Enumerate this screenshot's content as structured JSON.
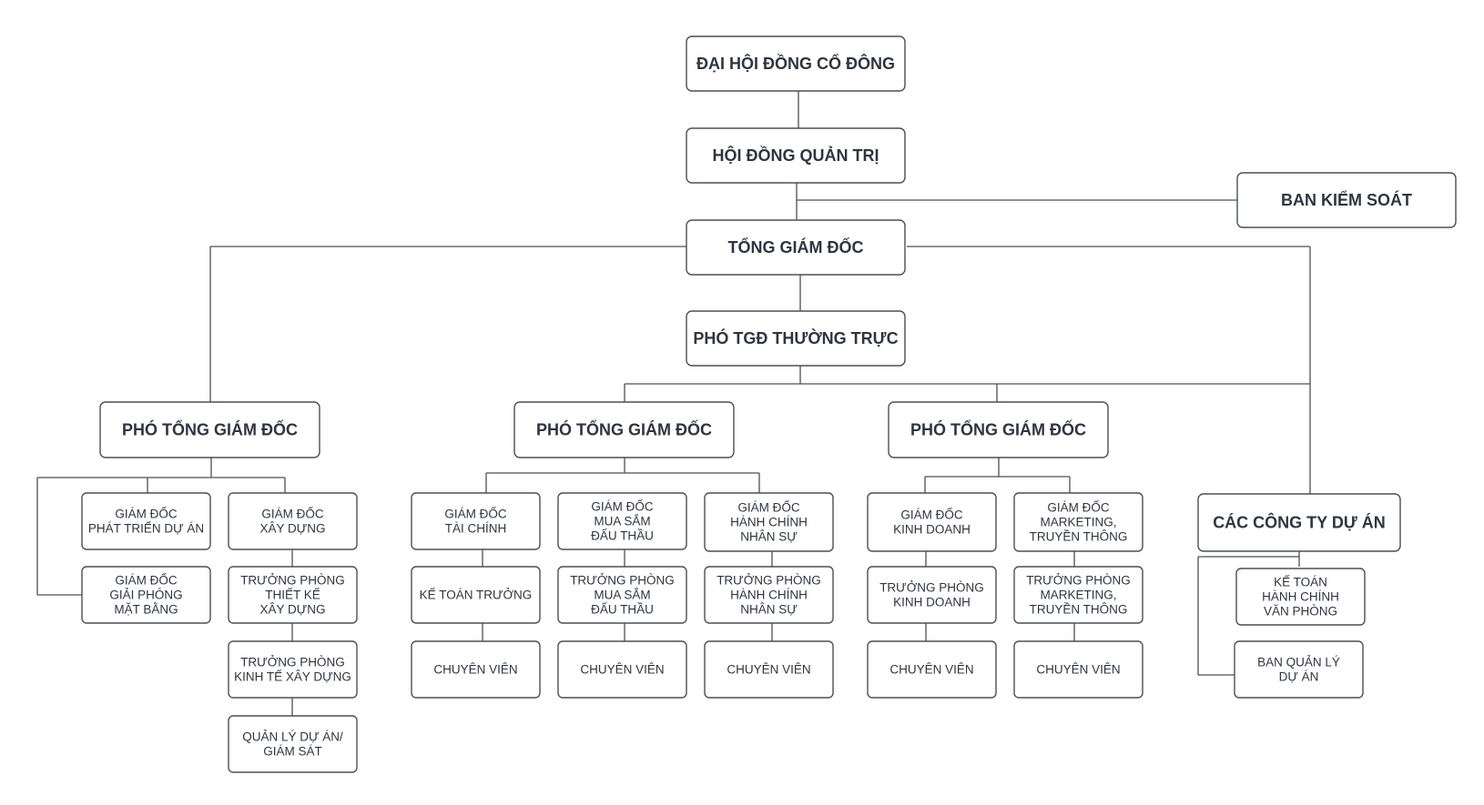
{
  "nodes": {
    "dhdcd": [
      "ĐẠI HỘI ĐỒNG CỔ ĐÔNG"
    ],
    "hdqt": [
      "HỘI ĐỒNG QUẢN TRỊ"
    ],
    "bks": [
      "BAN KIỂM SOÁT"
    ],
    "tgd": [
      "TỔNG GIÁM ĐỐC"
    ],
    "ptgd_tt": [
      "PHÓ TGĐ THƯỜNG TRỰC"
    ],
    "ptgd1": [
      "PHÓ TỔNG GIÁM ĐỐC"
    ],
    "ptgd2": [
      "PHÓ TỔNG GIÁM ĐỐC"
    ],
    "ptgd3": [
      "PHÓ TỔNG GIÁM ĐỐC"
    ],
    "cty_du_an": [
      "CÁC CÔNG TY DỰ ÁN"
    ],
    "gd_ptda": [
      "GIÁM ĐỐC",
      "PHÁT TRIỂN DỰ ÁN"
    ],
    "gd_gpmb": [
      "GIÁM ĐỐC",
      "GIẢI PHÓNG",
      "MẶT BẰNG"
    ],
    "gd_xd": [
      "GIÁM ĐỐC",
      "XÂY DỰNG"
    ],
    "tp_tkxd": [
      "TRƯỞNG PHÒNG",
      "THIẾT KẾ",
      "XÂY DỰNG"
    ],
    "tp_ktxd": [
      "TRƯỞNG PHÒNG",
      "KINH TẾ XÂY DỰNG"
    ],
    "ql_da": [
      "QUẢN LÝ DỰ ÁN/",
      "GIÁM SÁT"
    ],
    "gd_tc": [
      "GIÁM ĐỐC",
      "TÀI CHÍNH"
    ],
    "ktt": [
      "KẾ TOÁN TRƯỞNG"
    ],
    "cv_tc": [
      "CHUYÊN VIÊN"
    ],
    "gd_msdt": [
      "GIÁM ĐỐC",
      "MUA SẮM",
      "ĐẤU THẦU"
    ],
    "tp_msdt": [
      "TRƯỞNG PHÒNG",
      "MUA SẮM",
      "ĐẤU THẦU"
    ],
    "cv_ms": [
      "CHUYÊN VIÊN"
    ],
    "gd_hcns": [
      "GIÁM ĐỐC",
      "HÀNH CHÍNH",
      "NHÂN SỰ"
    ],
    "tp_hcns": [
      "TRƯỞNG PHÒNG",
      "HÀNH CHÍNH",
      "NHÂN SỰ"
    ],
    "cv_hc": [
      "CHUYÊN VIÊN"
    ],
    "gd_kd": [
      "GIÁM ĐỐC",
      "KINH DOANH"
    ],
    "tp_kd": [
      "TRƯỞNG PHÒNG",
      "KINH DOANH"
    ],
    "cv_kd": [
      "CHUYÊN VIÊN"
    ],
    "gd_mkt": [
      "GIÁM ĐỐC",
      "MARKETING,",
      "TRUYỀN THÔNG"
    ],
    "tp_mkt": [
      "TRƯỞNG PHÒNG",
      "MARKETING,",
      "TRUYỀN THÔNG"
    ],
    "cv_mkt": [
      "CHUYÊN VIÊN"
    ],
    "kt_hcvp": [
      "KẾ TOÁN",
      "HÀNH CHÍNH",
      "VĂN PHÒNG"
    ],
    "bql_da": [
      "BAN QUẢN LÝ",
      "DỰ ÁN"
    ]
  }
}
